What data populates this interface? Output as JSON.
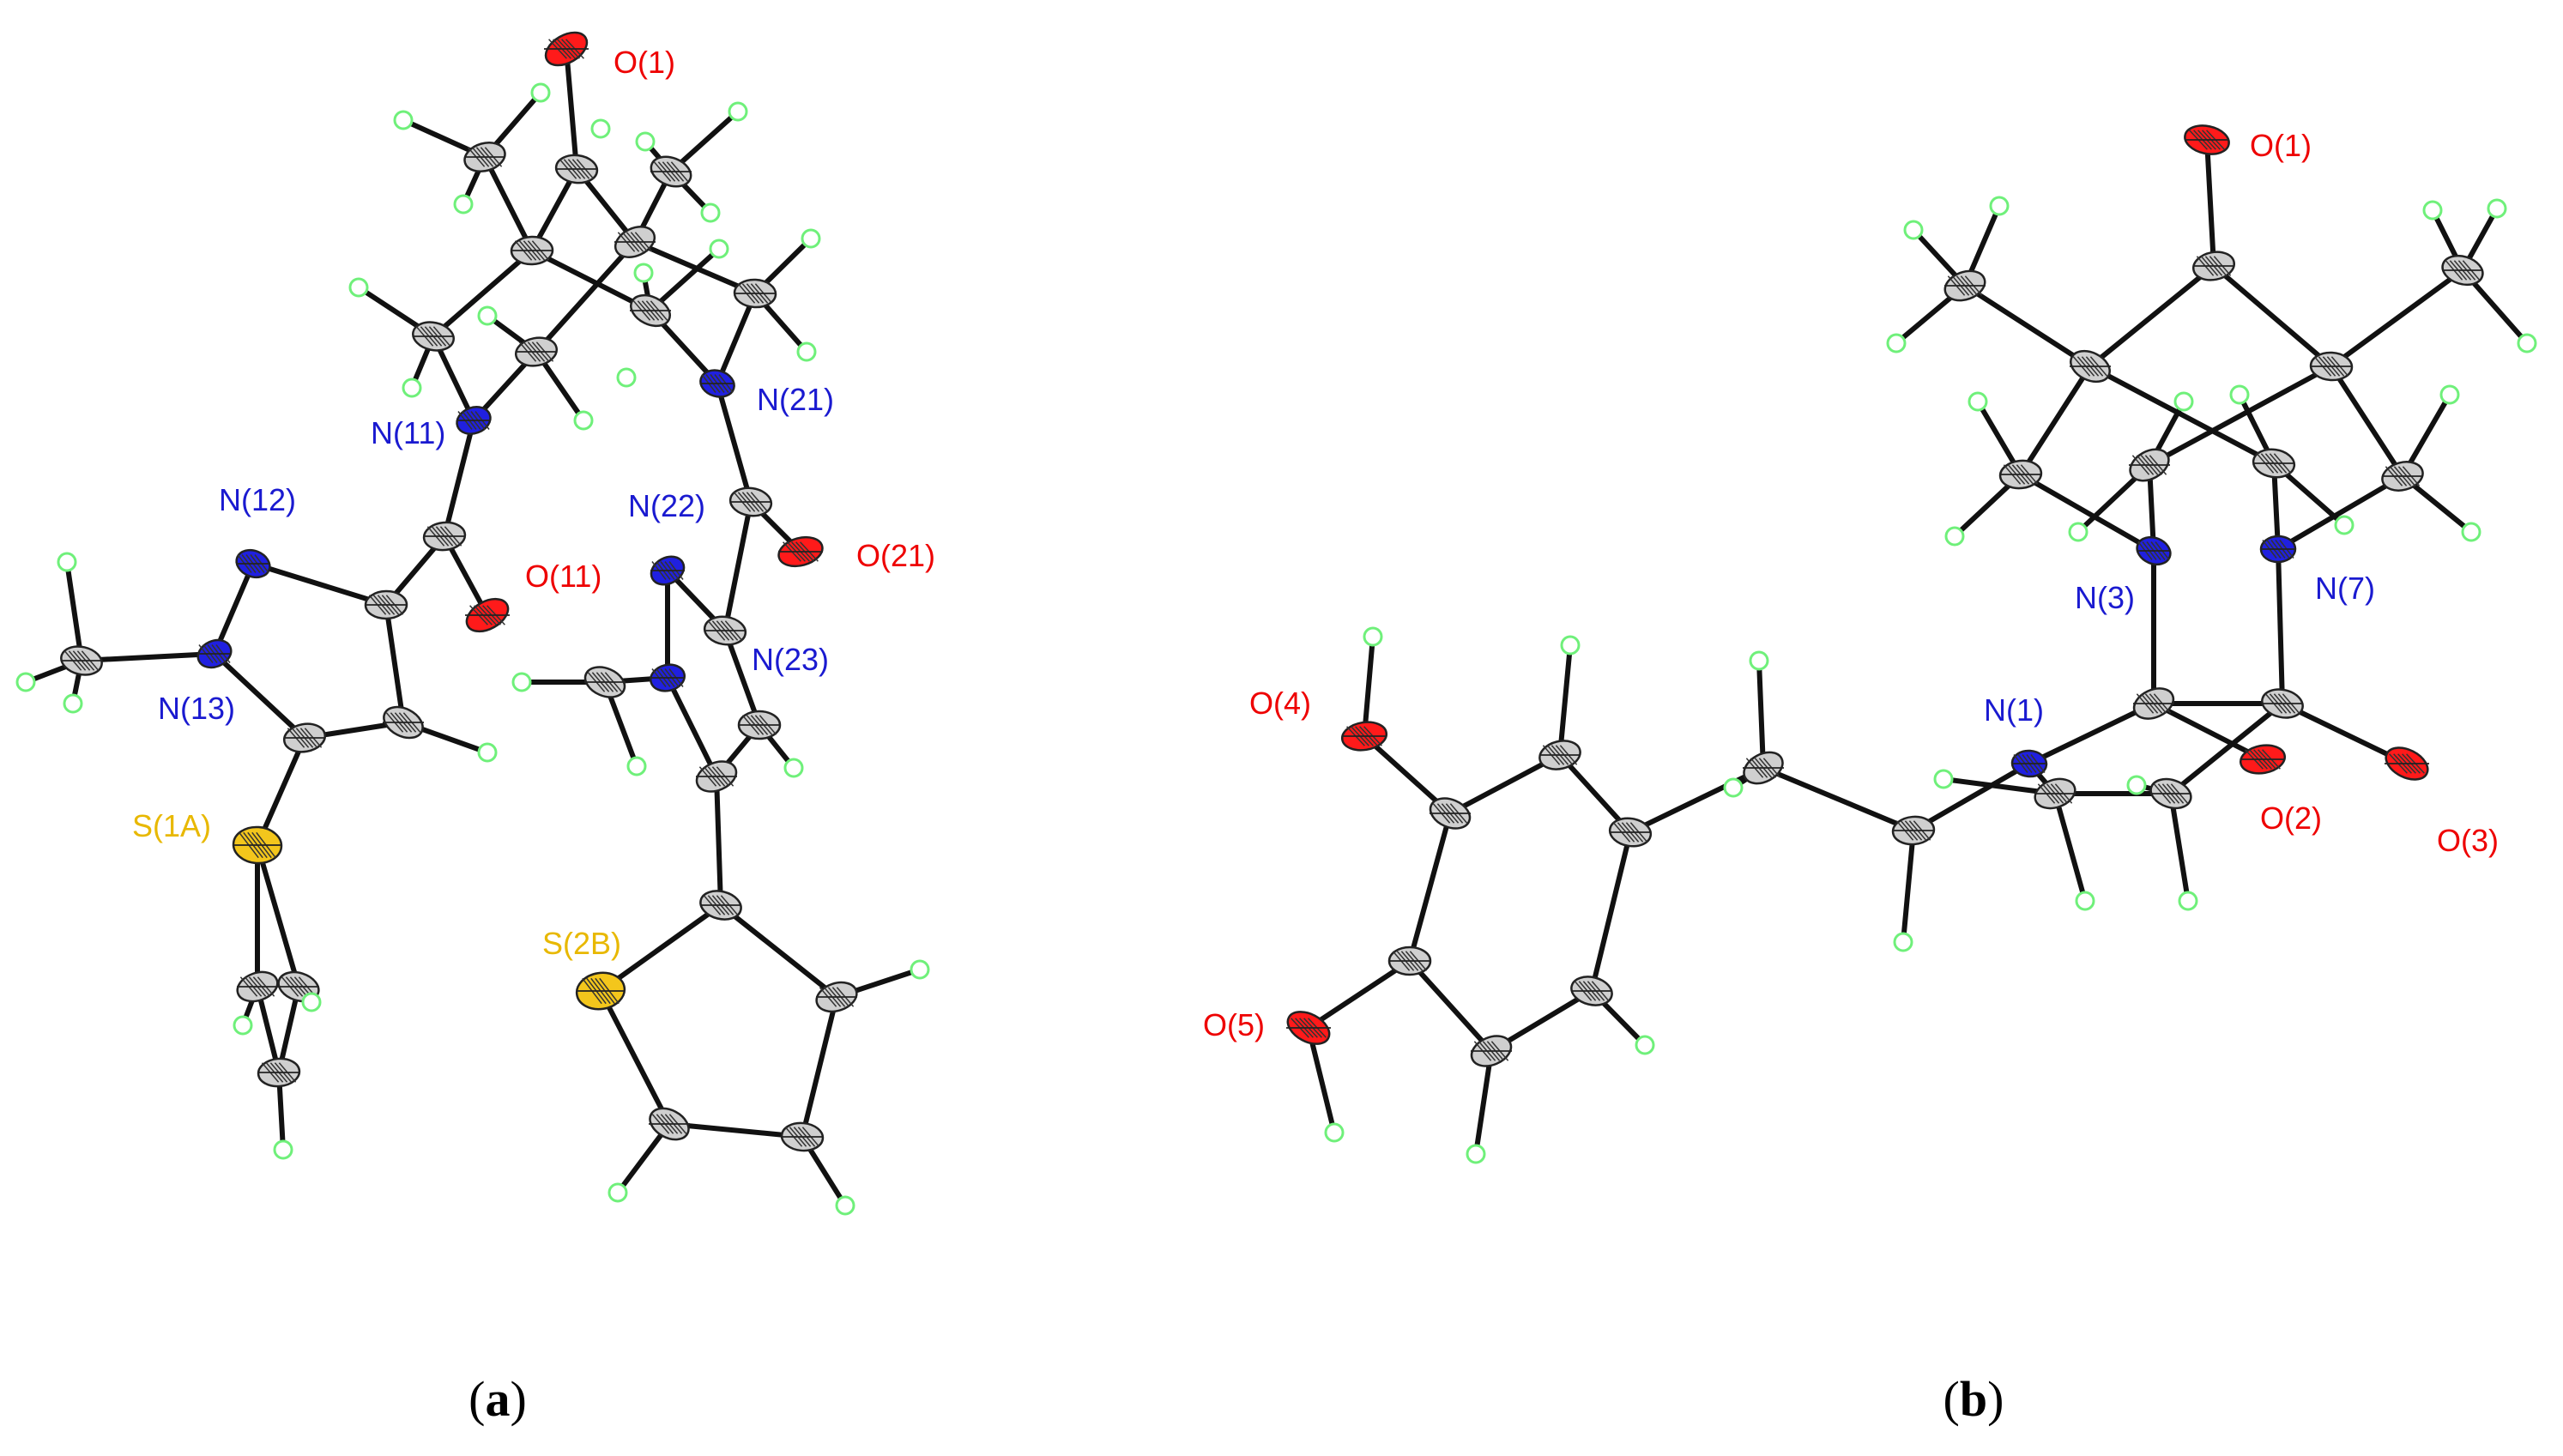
{
  "colors": {
    "bond": "#111111",
    "carbon": "#cfcfcf",
    "hydrogen": "#6ff07a",
    "nitrogen": "#2020e0",
    "oxygen": "#ff1a1a",
    "sulfur": "#f3c61c",
    "label_nitrogen": "#1a1ad0",
    "label_oxygen": "#ee0000",
    "label_sulfur": "#e8b800",
    "caption": "#000000"
  },
  "panels": [
    {
      "caption_open": "(",
      "caption_letter": "a",
      "caption_close": ")",
      "labels": [
        "O(1)",
        "N(11)",
        "N(21)",
        "N(12)",
        "N(22)",
        "O(11)",
        "O(21)",
        "N(13)",
        "N(23)",
        "S(1A)",
        "S(2B)"
      ]
    },
    {
      "caption_open": "(",
      "caption_letter": "b",
      "caption_close": ")",
      "labels": [
        "O(1)",
        "N(3)",
        "N(7)",
        "N(1)",
        "O(4)",
        "O(2)",
        "O(3)",
        "O(5)"
      ]
    }
  ]
}
